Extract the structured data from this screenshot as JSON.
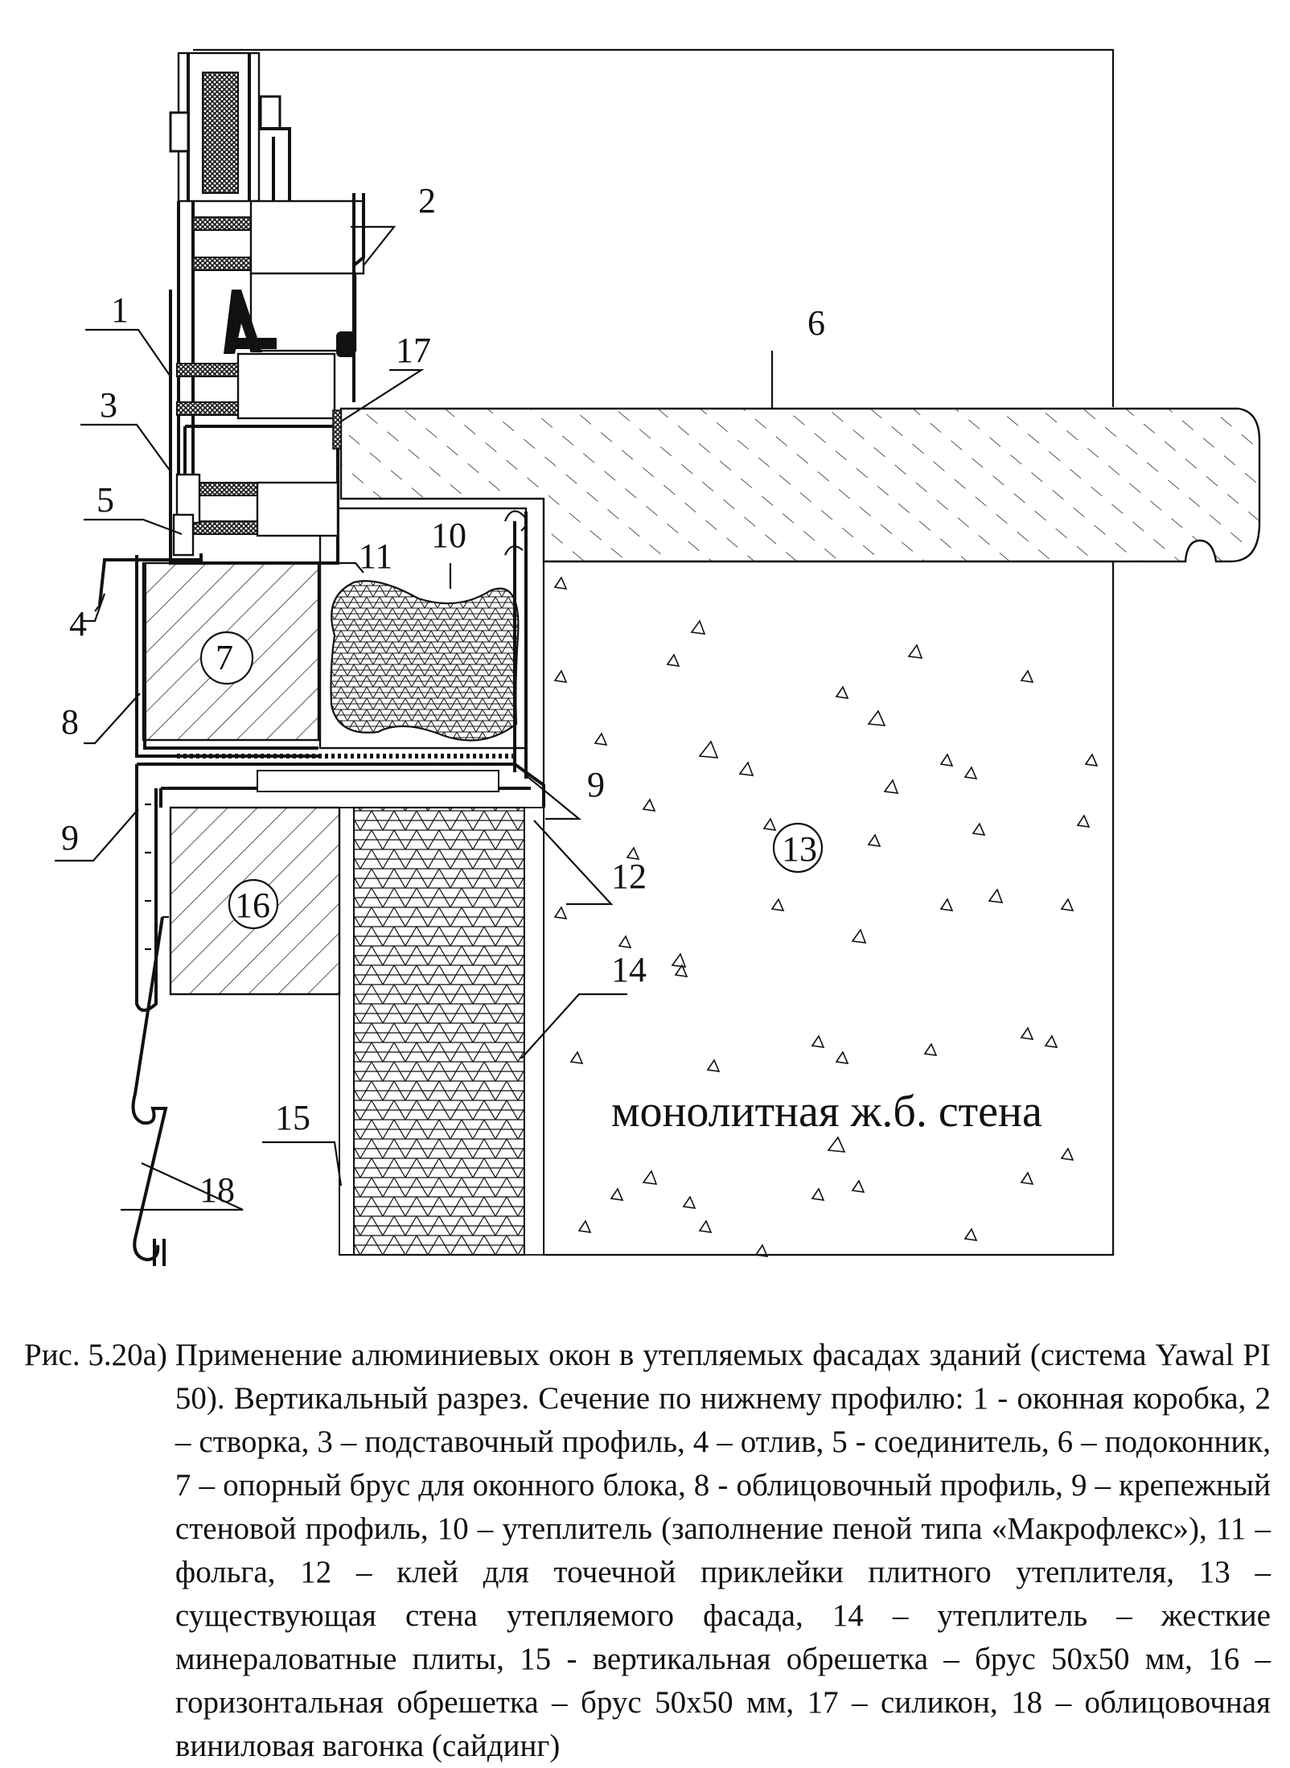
{
  "diagram": {
    "labels": {
      "l1": "1",
      "l2": "2",
      "l3": "3",
      "l4": "4",
      "l5": "5",
      "l6": "6",
      "l7": "7",
      "l8": "8",
      "l9a": "9",
      "l9b": "9",
      "l10": "10",
      "l11": "11",
      "l12": "12",
      "l13": "13",
      "l14": "14",
      "l15": "15",
      "l16": "16",
      "l17": "17",
      "l18": "18"
    },
    "wall_text": "монолитная ж.б. стена"
  },
  "caption": {
    "prefix": "Рис. 5.20а)",
    "text": "Применение алюминиевых окон в утепляемых фасадах зданий (система Yawal PI 50). Вертикальный разрез. Сечение по нижнему профилю: 1 - оконная коробка, 2 – створка, 3 – подставочный профиль, 4 – отлив, 5 - соединитель, 6 – подоконник, 7 – опорный брус для оконного блока, 8 - облицовочный профиль, 9 – крепежный стеновой профиль, 10 – утеплитель (заполнение пеной типа «Макрофлекс»), 11 – фольга, 12 – клей для точечной приклейки плитного утеплителя, 13 – существующая стена утепляемого фасада, 14 – утеплитель – жесткие минераловатные плиты, 15 - вертикальная обрешетка – брус 50х50 мм, 16 – горизонтальная обрешетка – брус 50х50 мм, 17 – силикон, 18 – облицовочная виниловая вагонка (сайдинг)"
  }
}
